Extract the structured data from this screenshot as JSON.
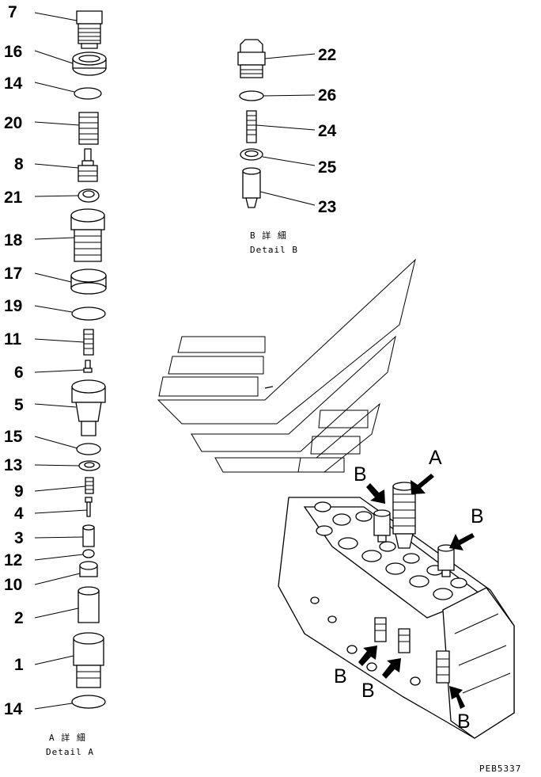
{
  "detail_a": {
    "callouts": [
      "7",
      "16",
      "14",
      "20",
      "8",
      "21",
      "18",
      "17",
      "19",
      "11",
      "6",
      "5",
      "15",
      "13",
      "9",
      "4",
      "3",
      "12",
      "10",
      "2",
      "1",
      "14"
    ],
    "caption_jp": "A 詳 細",
    "caption_en": "Detail A"
  },
  "detail_b": {
    "callouts": [
      "22",
      "26",
      "24",
      "25",
      "23"
    ],
    "caption_jp": "B 詳 細",
    "caption_en": "Detail B"
  },
  "assembly": {
    "view_labels": [
      "A",
      "B",
      "B",
      "B",
      "B",
      "B"
    ]
  },
  "drawing_code": "PEB5337"
}
